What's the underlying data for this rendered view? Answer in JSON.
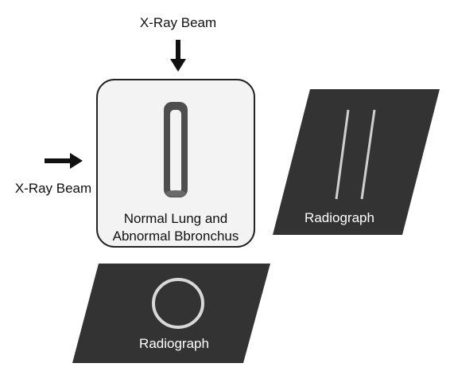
{
  "labels": {
    "beam_top": "X-Ray Beam",
    "beam_left": "X-Ray Beam",
    "specimen_line1": "Normal Lung and",
    "specimen_line2": "Abnormal Bbronchus",
    "radiograph_right": "Radiograph",
    "radiograph_bottom": "Radiograph"
  },
  "icons": {
    "beam_top": "arrow-down-icon",
    "beam_left": "arrow-right-icon"
  },
  "colors": {
    "film": "#333333",
    "specimen_fill": "#f3f3f3",
    "bronchus": "#555555",
    "bronchus_image": "#d8d8d8"
  }
}
